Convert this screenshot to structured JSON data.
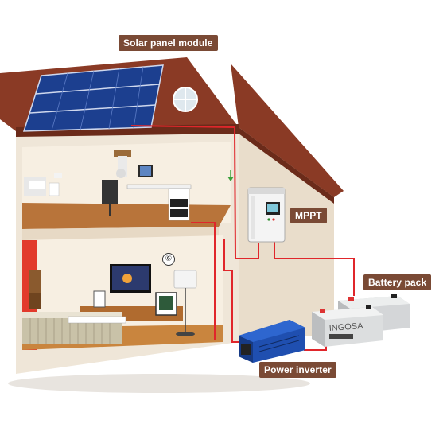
{
  "labels": {
    "solar_panel": "Solar panel module",
    "mppt": "MPPT",
    "battery_pack": "Battery pack",
    "power_inverter": "Power inverter"
  },
  "room_marker": "⑥",
  "battery_brand": "INGOSA",
  "colors": {
    "label_bg": "#7a4a35",
    "wire": "#e0262b",
    "roof": "#8a3a25",
    "wall": "#efe6d8",
    "panel": "#1c3f8f",
    "floor": "#b8743a",
    "inverter": "#1f4fb0"
  }
}
